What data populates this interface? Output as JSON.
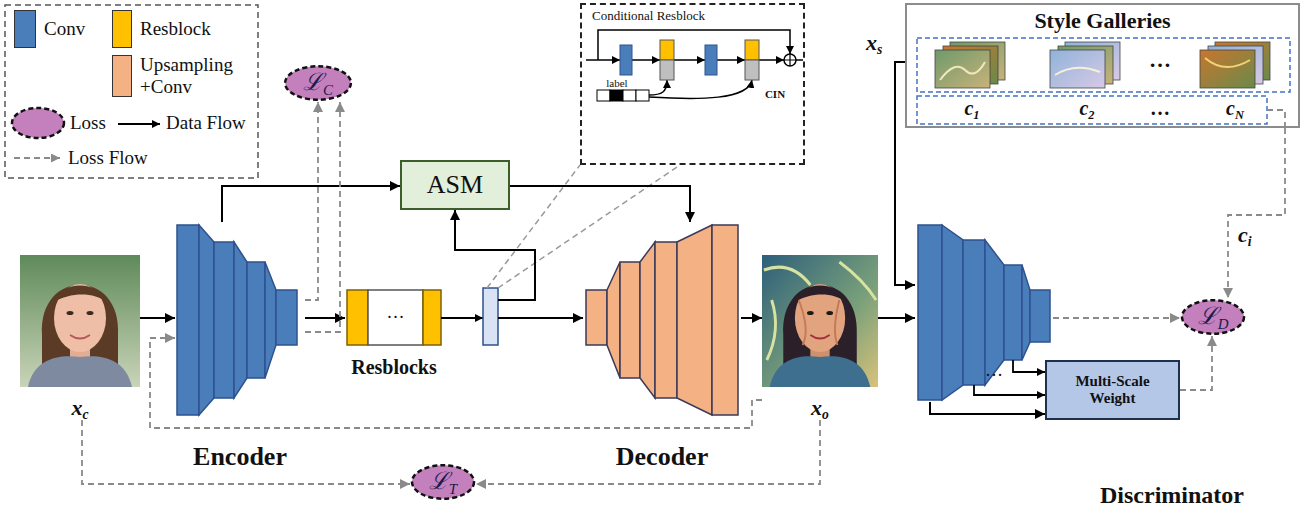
{
  "diagram": {
    "nodes": [
      {
        "text": [
          "xc"
        ]
      },
      {
        "text": [
          "Encoder"
        ]
      },
      {
        "text": [
          "Resblocks"
        ]
      },
      {
        "text": [
          "ASM"
        ]
      },
      {
        "text": [
          "Decoder"
        ]
      },
      {
        "text": [
          "xo"
        ]
      },
      {
        "text": [
          "Discriminator"
        ]
      },
      {
        "text": [
          "Multi-Scale Weight"
        ]
      },
      {
        "text": [
          "Conditional Resblock"
        ]
      },
      {
        "text": [
          "Style Galleries"
        ]
      },
      {
        "text": [
          "ℒC"
        ]
      },
      {
        "text": [
          "ℒD"
        ]
      },
      {
        "text": [
          "ℒT"
        ]
      }
    ],
    "edges": [
      {
        "from": 0,
        "to": 1,
        "arrow": "to"
      },
      {
        "from": 1,
        "to": 2,
        "arrow": "to"
      },
      {
        "from": 1,
        "to": 3,
        "arrow": "to"
      },
      {
        "from": 2,
        "to": 3,
        "arrow": "to"
      },
      {
        "from": 3,
        "to": 4,
        "arrow": "to"
      },
      {
        "from": 2,
        "to": 4,
        "arrow": "to"
      },
      {
        "from": 4,
        "to": 5,
        "arrow": "to"
      },
      {
        "from": 5,
        "to": 6,
        "arrow": "to"
      },
      {
        "from": 9,
        "to": 6,
        "arrow": "to",
        "label": "xs"
      },
      {
        "from": 6,
        "to": 7,
        "arrow": "to"
      },
      {
        "from": 1,
        "to": 10,
        "arrow": "to"
      },
      {
        "from": 1,
        "to": 10,
        "arrow": "to"
      },
      {
        "from": 5,
        "to": 1,
        "arrow": "to"
      },
      {
        "from": 6,
        "to": 11,
        "arrow": "to"
      },
      {
        "from": 7,
        "to": 11,
        "arrow": "to"
      },
      {
        "from": 9,
        "to": 11,
        "arrow": "to",
        "label": "ci"
      },
      {
        "from": 0,
        "to": 12,
        "arrow": "to"
      },
      {
        "from": 5,
        "to": 12,
        "arrow": "to"
      }
    ],
    "labels": [
      "…",
      "…",
      "label",
      "CIN",
      "…",
      "c1",
      "c2",
      "…",
      "cN"
    ],
    "legend": [
      {
        "text": "Conv",
        "color": "#4a7ebb"
      },
      {
        "text": "Resblock",
        "color": "#ffc000"
      },
      {
        "text": "Upsampling +Conv",
        "color": "#f4b183"
      },
      {
        "text": "Loss"
      },
      {
        "text": "Data Flow"
      },
      {
        "text": "Loss Flow"
      }
    ]
  }
}
